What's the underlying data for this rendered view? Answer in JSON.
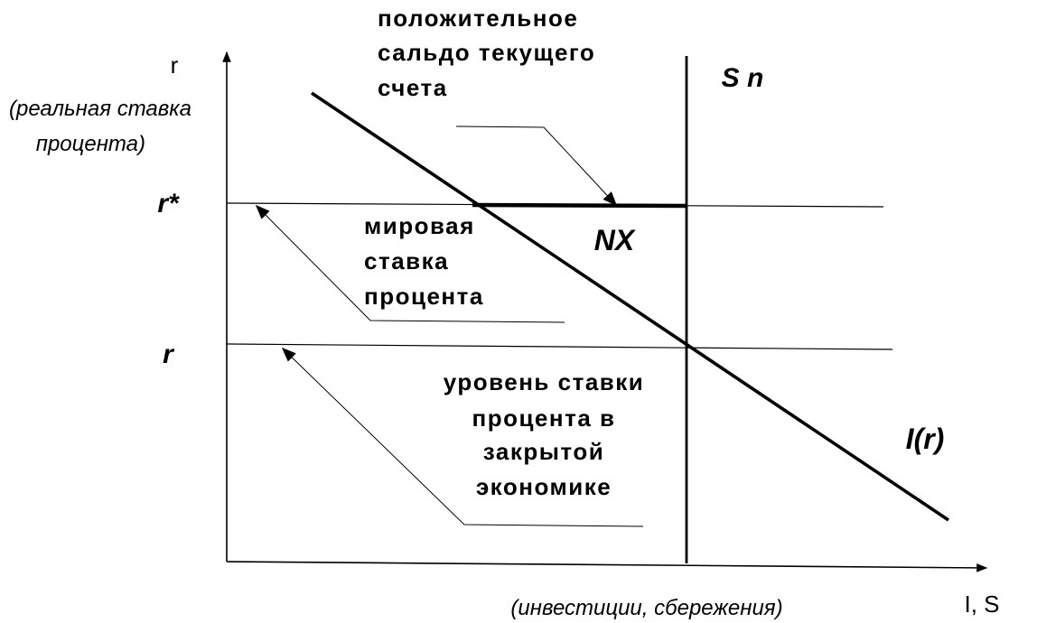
{
  "diagram": {
    "y_axis": {
      "symbol": "r",
      "title_line1": "(реальная ставка",
      "title_line2": "процента)"
    },
    "x_axis": {
      "symbol": "I, S",
      "title": "(инвестиции, сбережения)"
    },
    "levels": {
      "world_rate": "r*",
      "closed_rate": "r"
    },
    "curves": {
      "savings": "S n",
      "investment": "I(r)"
    },
    "gap_label": "NX",
    "annotations": {
      "current_account": [
        "положительное",
        "сальдо текущего",
        "счета"
      ],
      "world_rate": [
        "мировая",
        "ставка",
        "процента"
      ],
      "closed_rate": [
        "уровень ставки",
        "процента в",
        "закрытой",
        "экономике"
      ]
    }
  }
}
